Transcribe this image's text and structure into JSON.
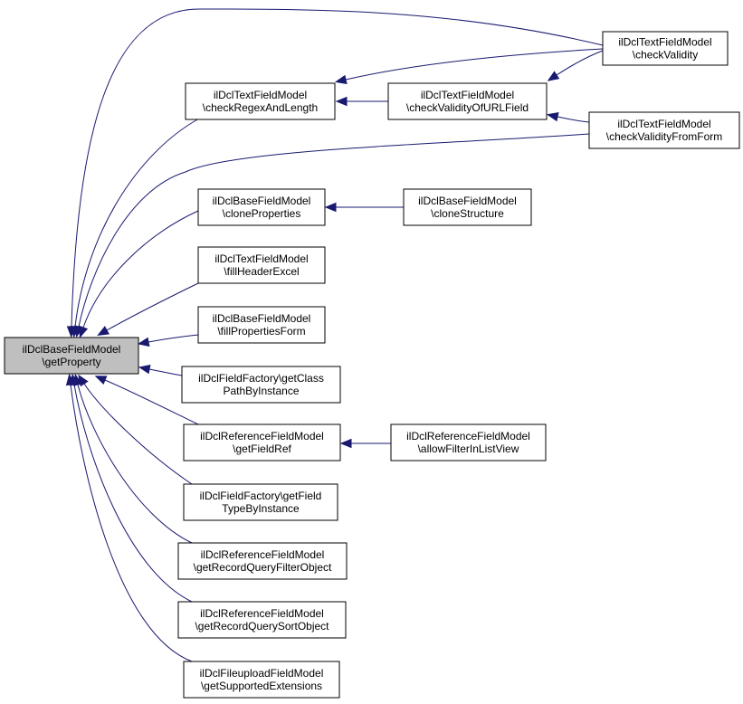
{
  "colors": {
    "edge": "#191970",
    "root_fill": "#bfbfbf",
    "node_fill": "#ffffff",
    "border": "#000000"
  },
  "nodes": [
    {
      "id": "root",
      "lines": [
        "ilDclBaseFieldModel",
        "\\getProperty"
      ],
      "highlight": true
    },
    {
      "id": "text-checkvalidity",
      "lines": [
        "ilDclTextFieldModel",
        "\\checkValidity"
      ]
    },
    {
      "id": "text-checkregex",
      "lines": [
        "ilDclTextFieldModel",
        "\\checkRegexAndLength"
      ]
    },
    {
      "id": "text-checkurl",
      "lines": [
        "ilDclTextFieldModel",
        "\\checkValidityOfURLField"
      ]
    },
    {
      "id": "text-checkform",
      "lines": [
        "ilDclTextFieldModel",
        "\\checkValidityFromForm"
      ]
    },
    {
      "id": "base-cloneprops",
      "lines": [
        "ilDclBaseFieldModel",
        "\\cloneProperties"
      ]
    },
    {
      "id": "base-clonestruct",
      "lines": [
        "ilDclBaseFieldModel",
        "\\cloneStructure"
      ]
    },
    {
      "id": "text-fillheader",
      "lines": [
        "ilDclTextFieldModel",
        "\\fillHeaderExcel"
      ]
    },
    {
      "id": "base-fillprops",
      "lines": [
        "ilDclBaseFieldModel",
        "\\fillPropertiesForm"
      ]
    },
    {
      "id": "factory-getclass",
      "lines": [
        "ilDclFieldFactory\\getClass",
        "PathByInstance"
      ]
    },
    {
      "id": "ref-getfieldref",
      "lines": [
        "ilDclReferenceFieldModel",
        "\\getFieldRef"
      ]
    },
    {
      "id": "ref-allowfilter",
      "lines": [
        "ilDclReferenceFieldModel",
        "\\allowFilterInListView"
      ]
    },
    {
      "id": "factory-getfield",
      "lines": [
        "ilDclFieldFactory\\getField",
        "TypeByInstance"
      ]
    },
    {
      "id": "ref-filterobj",
      "lines": [
        "ilDclReferenceFieldModel",
        "\\getRecordQueryFilterObject"
      ]
    },
    {
      "id": "ref-sortobj",
      "lines": [
        "ilDclReferenceFieldModel",
        "\\getRecordQuerySortObject"
      ]
    },
    {
      "id": "upload-getext",
      "lines": [
        "ilDclFileuploadFieldModel",
        "\\getSupportedExtensions"
      ]
    }
  ],
  "edges": [
    {
      "from": "text-checkvalidity",
      "to": "root"
    },
    {
      "from": "text-checkvalidity",
      "to": "text-checkregex"
    },
    {
      "from": "text-checkvalidity",
      "to": "text-checkurl"
    },
    {
      "from": "text-checkregex",
      "to": "root"
    },
    {
      "from": "text-checkurl",
      "to": "text-checkregex"
    },
    {
      "from": "text-checkform",
      "to": "text-checkurl"
    },
    {
      "from": "text-checkform",
      "to": "root"
    },
    {
      "from": "base-cloneprops",
      "to": "root"
    },
    {
      "from": "base-clonestruct",
      "to": "base-cloneprops"
    },
    {
      "from": "text-fillheader",
      "to": "root"
    },
    {
      "from": "base-fillprops",
      "to": "root"
    },
    {
      "from": "factory-getclass",
      "to": "root"
    },
    {
      "from": "ref-getfieldref",
      "to": "root"
    },
    {
      "from": "ref-allowfilter",
      "to": "ref-getfieldref"
    },
    {
      "from": "factory-getfield",
      "to": "root"
    },
    {
      "from": "ref-filterobj",
      "to": "root"
    },
    {
      "from": "ref-sortobj",
      "to": "root"
    },
    {
      "from": "upload-getext",
      "to": "root"
    }
  ]
}
